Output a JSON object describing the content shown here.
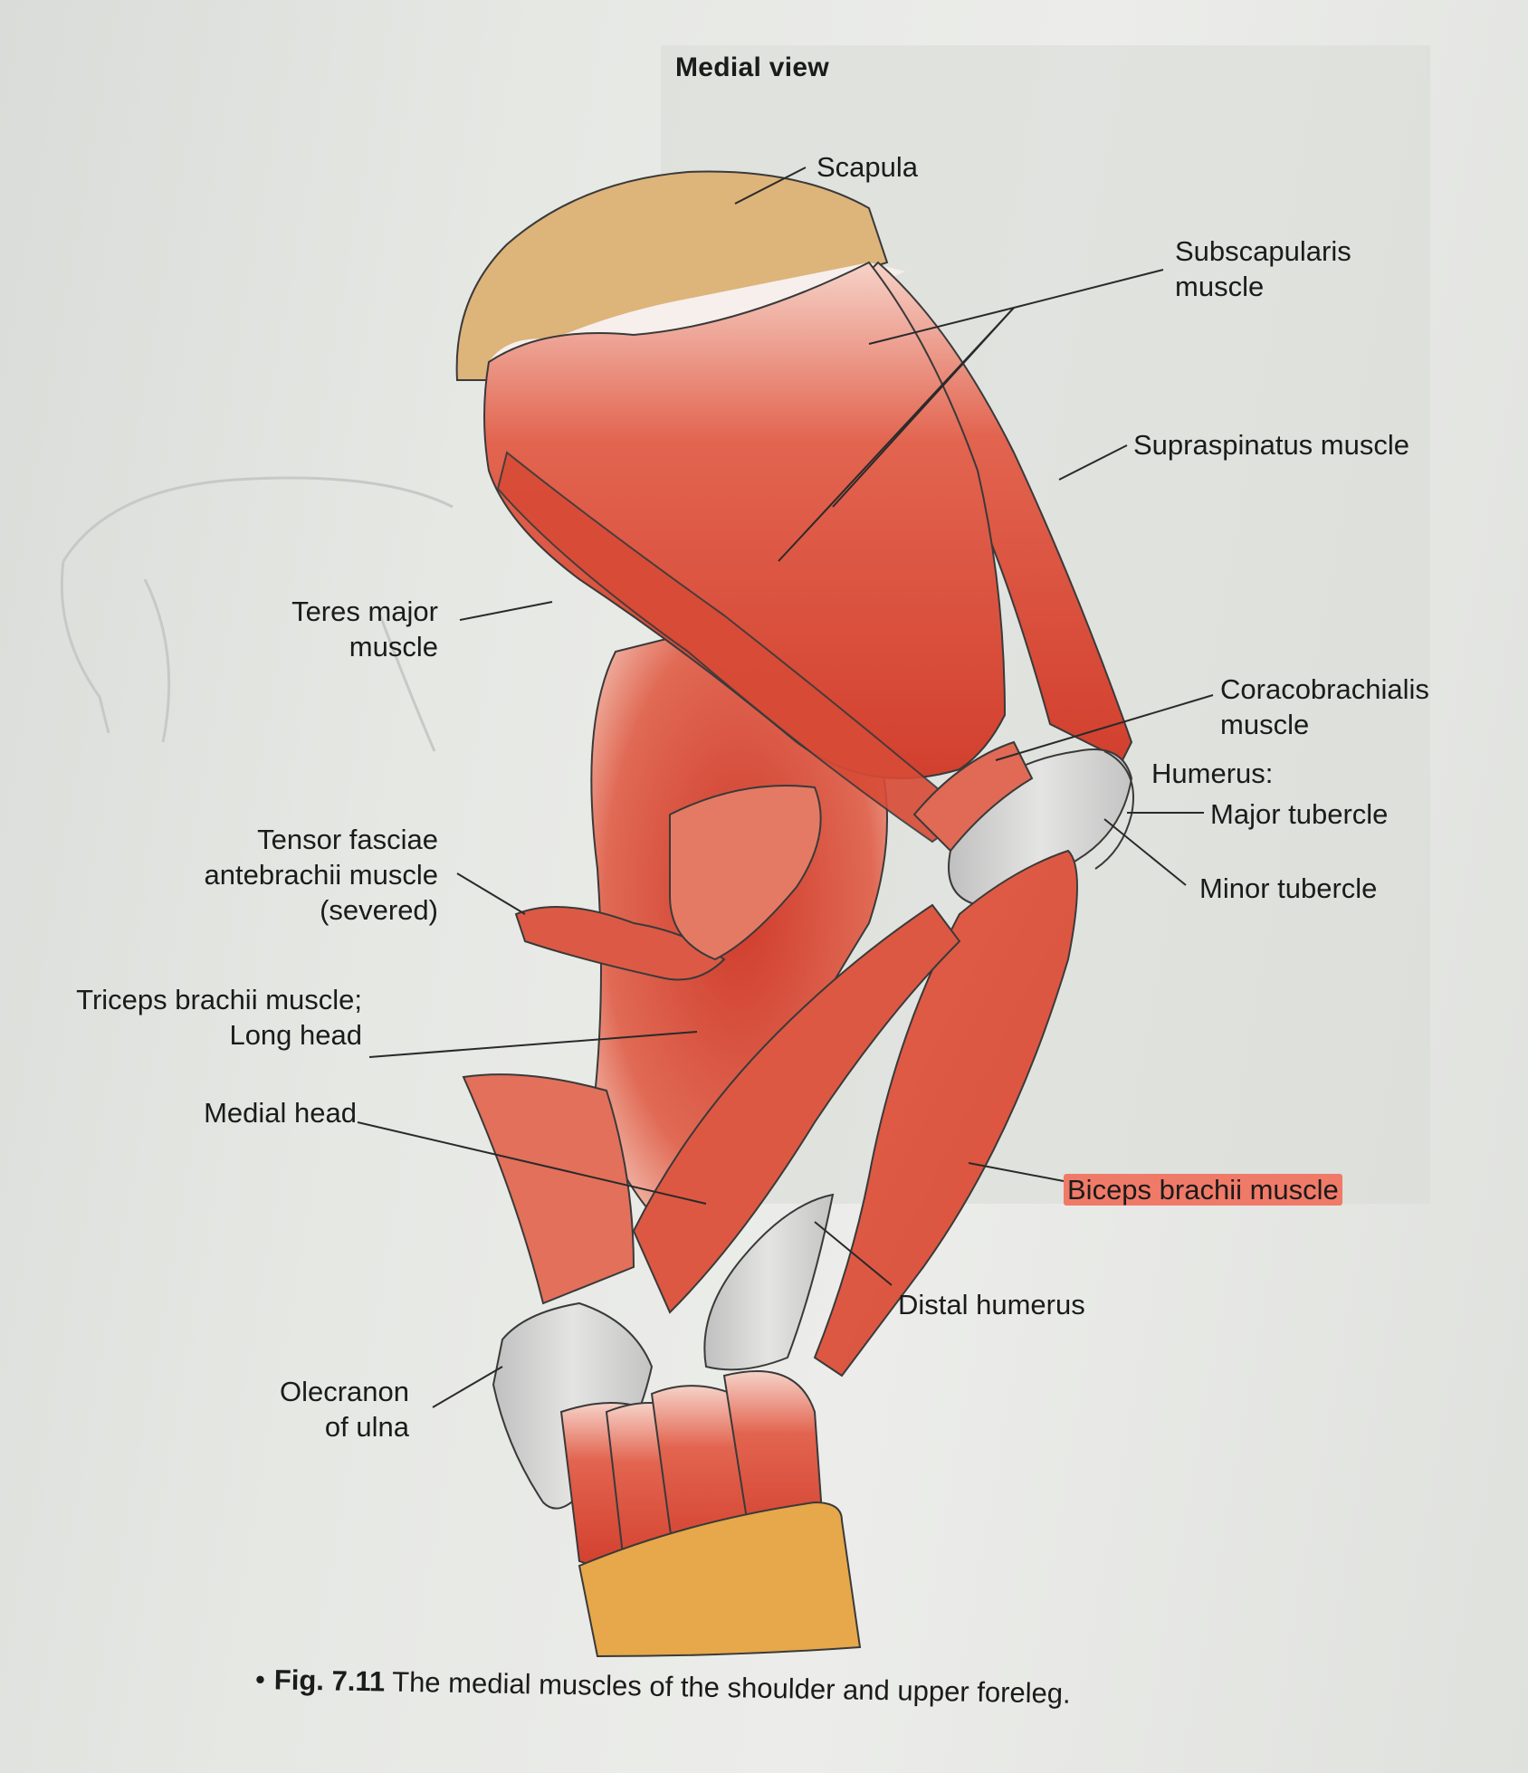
{
  "figure": {
    "title": "Medial view",
    "caption_number": "Fig. 7.11",
    "caption_text": "The medial muscles of the shoulder and upper foreleg."
  },
  "labels": {
    "scapula": "Scapula",
    "subscapularis": [
      "Subscapularis",
      "muscle"
    ],
    "supraspinatus": "Supraspinatus muscle",
    "teres_major": [
      "Teres major",
      "muscle"
    ],
    "coracobrachialis": [
      "Coracobrachialis",
      "muscle"
    ],
    "humerus": "Humerus:",
    "major_tubercle": "Major tubercle",
    "minor_tubercle": "Minor tubercle",
    "tensor_fasciae": [
      "Tensor fasciae",
      "antebrachii muscle",
      "(severed)"
    ],
    "triceps": [
      "Triceps brachii muscle;",
      "Long head"
    ],
    "medial_head": "Medial head",
    "biceps": "Biceps brachii muscle",
    "distal_humerus": "Distal humerus",
    "olecranon": [
      "Olecranon",
      "of ulna"
    ]
  },
  "colors": {
    "muscle": "#d9503a",
    "muscle_light": "#f2b3a3",
    "bone": "#c8c9c8",
    "cartilage": "#ddb47a",
    "hoof_band": "#e6a84a",
    "highlight": "#f07a68"
  }
}
